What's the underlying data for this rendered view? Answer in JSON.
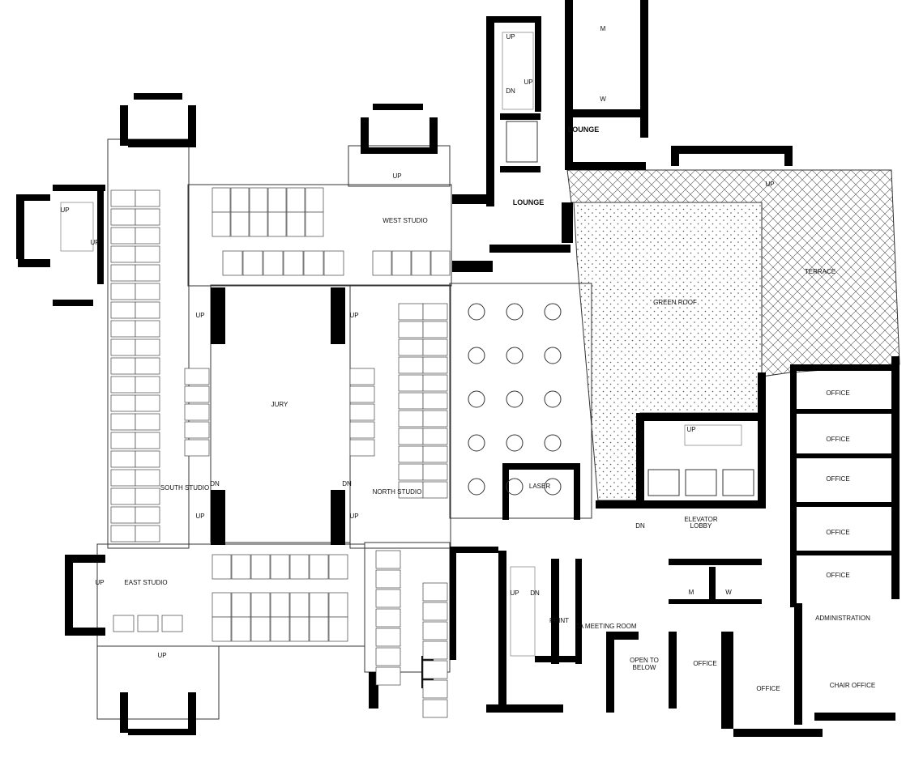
{
  "colors": {
    "wall": "#000000",
    "line": "#333333",
    "background": "#ffffff"
  },
  "rooms": {
    "west_studio": "WEST STUDIO",
    "south_studio": "SOUTH STUDIO",
    "north_studio": "NORTH STUDIO",
    "east_studio": "EAST STUDIO",
    "jury": "JURY",
    "green_roof": "GREEN ROOF",
    "terrace": "TERRACE",
    "lounge_upper": "LOUNGE",
    "lounge_lower": "LOUNGE",
    "restroom_m_top": "M",
    "restroom_w_top": "W",
    "laser": "LASER",
    "elevator_lobby": [
      "ELEVATOR",
      "LOBBY"
    ],
    "restroom_m": "M",
    "restroom_w": "W",
    "print": "PRINT",
    "ta_meeting_room": "TA MEETING ROOM",
    "open_to_below": [
      "OPEN TO",
      "BELOW"
    ],
    "offices_right": [
      "OFFICE",
      "OFFICE",
      "OFFICE",
      "OFFICE",
      "OFFICE"
    ],
    "office_bottom_1": "OFFICE",
    "office_bottom_2": "OFFICE",
    "administration": "ADMINISTRATION",
    "chair_office": "CHAIR OFFICE"
  },
  "stair_labels": {
    "up": "UP",
    "dn": "DN"
  }
}
